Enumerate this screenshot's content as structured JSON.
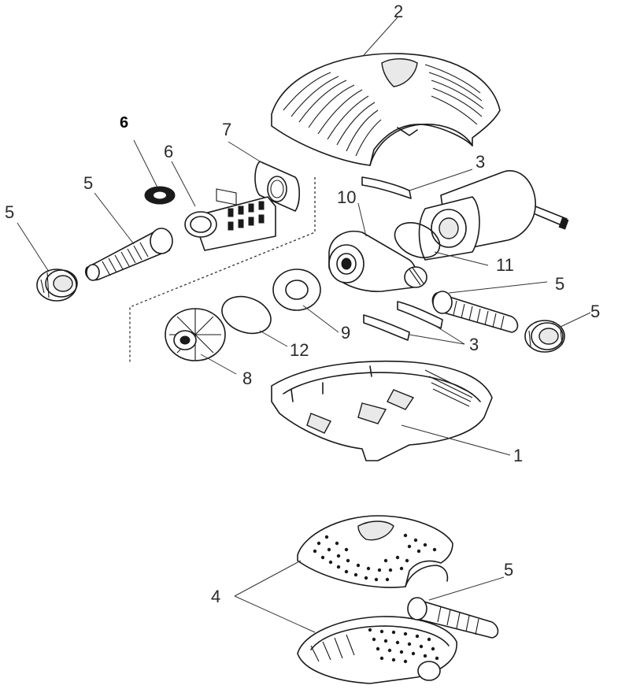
{
  "diagram": {
    "callouts": [
      {
        "id": "c2",
        "text": "2"
      },
      {
        "id": "c6-bold",
        "text": "6"
      },
      {
        "id": "c7",
        "text": "7"
      },
      {
        "id": "c6",
        "text": "6"
      },
      {
        "id": "c5-a",
        "text": "5"
      },
      {
        "id": "c5-b",
        "text": "5"
      },
      {
        "id": "c3-a",
        "text": "3"
      },
      {
        "id": "c10",
        "text": "10"
      },
      {
        "id": "c11",
        "text": "11"
      },
      {
        "id": "c5-c",
        "text": "5"
      },
      {
        "id": "c5-d",
        "text": "5"
      },
      {
        "id": "c9",
        "text": "9"
      },
      {
        "id": "c12",
        "text": "12"
      },
      {
        "id": "c3-b",
        "text": "3"
      },
      {
        "id": "c8",
        "text": "8"
      },
      {
        "id": "c1",
        "text": "1"
      },
      {
        "id": "c4",
        "text": "4"
      },
      {
        "id": "c5-e",
        "text": "5"
      }
    ]
  }
}
